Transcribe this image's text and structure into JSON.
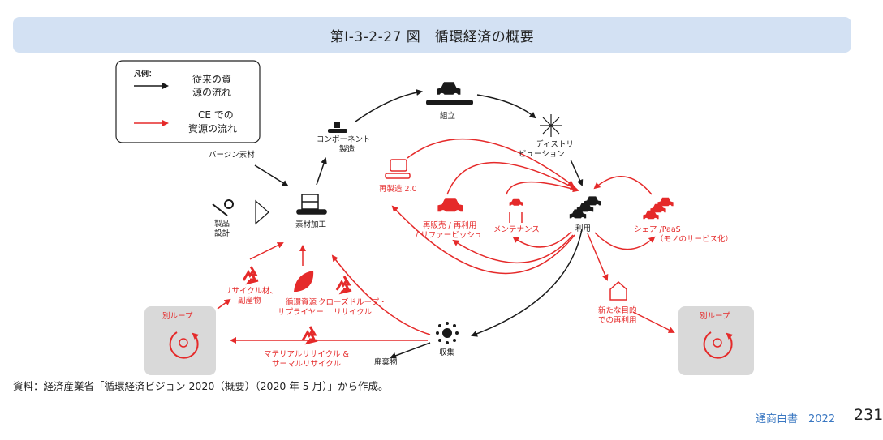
{
  "title": "第Ⅰ-3-2-27 図　循環経済の概要",
  "legend": {
    "heading": "凡例：",
    "black_label": [
      "従来の資",
      "源の流れ"
    ],
    "red_label": [
      "CE での",
      "資源の流れ"
    ]
  },
  "nodes": {
    "assembly": "組立",
    "component": [
      "コンポーネント",
      "製造"
    ],
    "distribution": [
      "ディストリ",
      "ビューション"
    ],
    "virgin": "バージン素材",
    "product_design": [
      "製品",
      "設計"
    ],
    "material_processing": "素材加工",
    "remanufacture": "再製造 2.0",
    "resale": [
      "再販売 / 再利用",
      "/ リファービッシュ"
    ],
    "maintenance": "メンテナンス",
    "use": "利用",
    "share": [
      "シェア /PaaS",
      "（モノのサービス化）"
    ],
    "recycled_material": [
      "リサイクル材、",
      "副産物"
    ],
    "circular_supplier": [
      "循環資源",
      "サプライヤー"
    ],
    "closed_loop": [
      "クローズドループ・",
      "リサイクル"
    ],
    "new_purpose": [
      "新たな目的",
      "での再利用"
    ],
    "other_loop_left": "別ループ",
    "other_loop_right": "別ループ",
    "material_thermal": [
      "マテリアルリサイクル &",
      "サーマルリサイクル"
    ],
    "collection": "収集",
    "waste": "廃棄物"
  },
  "colors": {
    "red": "#e52a2a",
    "black": "#1a1a1a",
    "title_bg": "#d3e1f3",
    "loop_box": "#d9d9d9"
  },
  "source": "資料：経済産業省「循環経済ビジョン 2020（概要）（2020 年 5 月）」から作成。",
  "footer": {
    "label": "通商白書　2022",
    "page": "231"
  }
}
